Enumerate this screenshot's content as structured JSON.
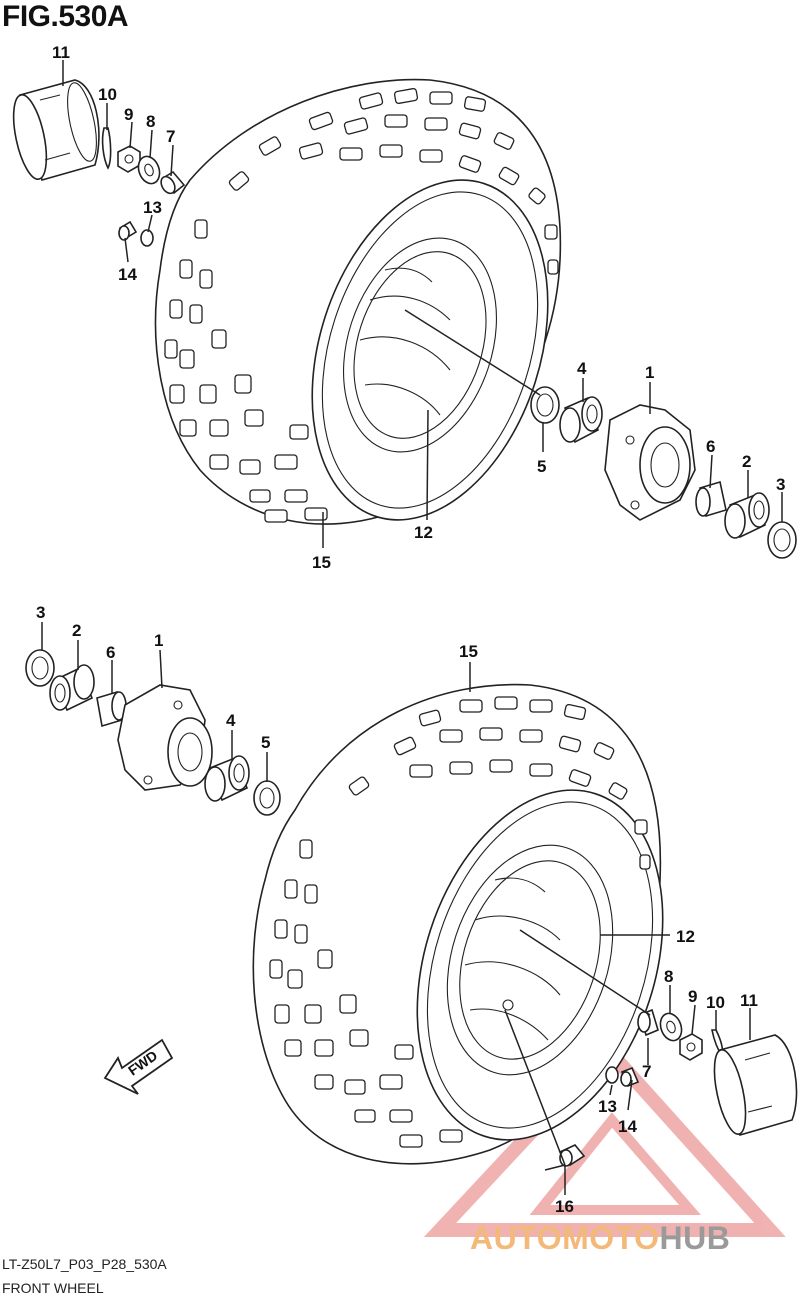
{
  "figure": {
    "title": "FIG.530A",
    "model_code": "LT-Z50L7_P03_P28_530A",
    "caption": "FRONT WHEEL",
    "direction_label": "FWD"
  },
  "watermark": {
    "part1": "AUTOMOTO",
    "part2": "HUB",
    "color_accent": "#f3b97a",
    "color_gray": "#9a9a9a",
    "triangle_color": "#e57373"
  },
  "callouts": {
    "top": [
      "11",
      "10",
      "9",
      "8",
      "7",
      "13",
      "14",
      "4",
      "1",
      "5",
      "6",
      "2",
      "3",
      "12",
      "15"
    ],
    "bottom": [
      "3",
      "2",
      "6",
      "1",
      "4",
      "5",
      "15",
      "12",
      "8",
      "9",
      "10",
      "11",
      "7",
      "13",
      "14",
      "16"
    ]
  }
}
